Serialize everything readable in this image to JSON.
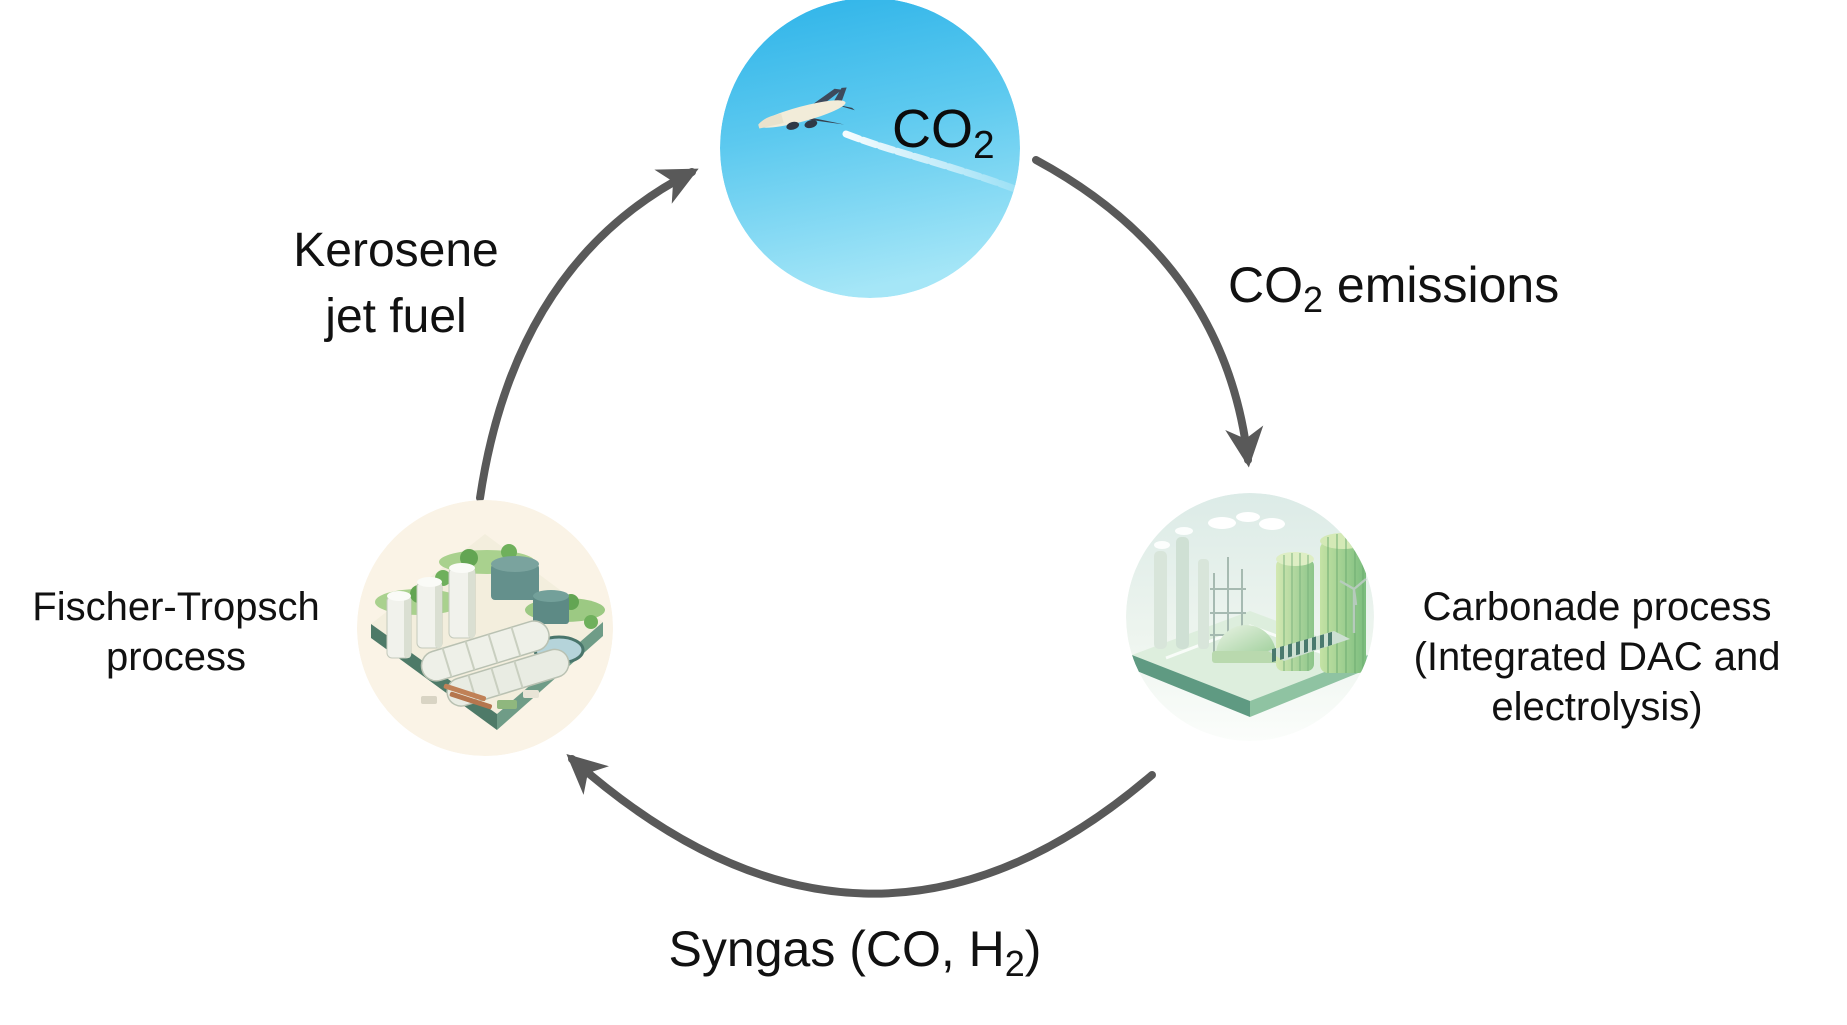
{
  "diagram": {
    "nodes": {
      "aircraft": {
        "icon": "airplane-in-sky",
        "label_main": "CO",
        "label_sub": "2"
      },
      "fischer_tropsch": {
        "icon": "fischer-tropsch-plant",
        "line1": "Fischer-Tropsch",
        "line2": "process"
      },
      "carbonade": {
        "icon": "dac-electrolysis-plant",
        "line1": "Carbonade process",
        "line2": "(Integrated DAC and",
        "line3": "electrolysis)"
      }
    },
    "arrows": {
      "kerosene": {
        "line1": "Kerosene",
        "line2": "jet fuel"
      },
      "co2_emissions": {
        "pre": "CO",
        "sub": "2",
        "post": " emissions"
      },
      "syngas": {
        "pre": "Syngas (CO, H",
        "sub": "2",
        "post": ")"
      }
    },
    "colors": {
      "arrow": "#595959",
      "text": "#111111",
      "sky_top": "#2fb4e9",
      "sky_bottom": "#a5e6f7",
      "fischer_bg": "#faf3e6",
      "carbonade_bg": "#e9f2ec"
    }
  }
}
